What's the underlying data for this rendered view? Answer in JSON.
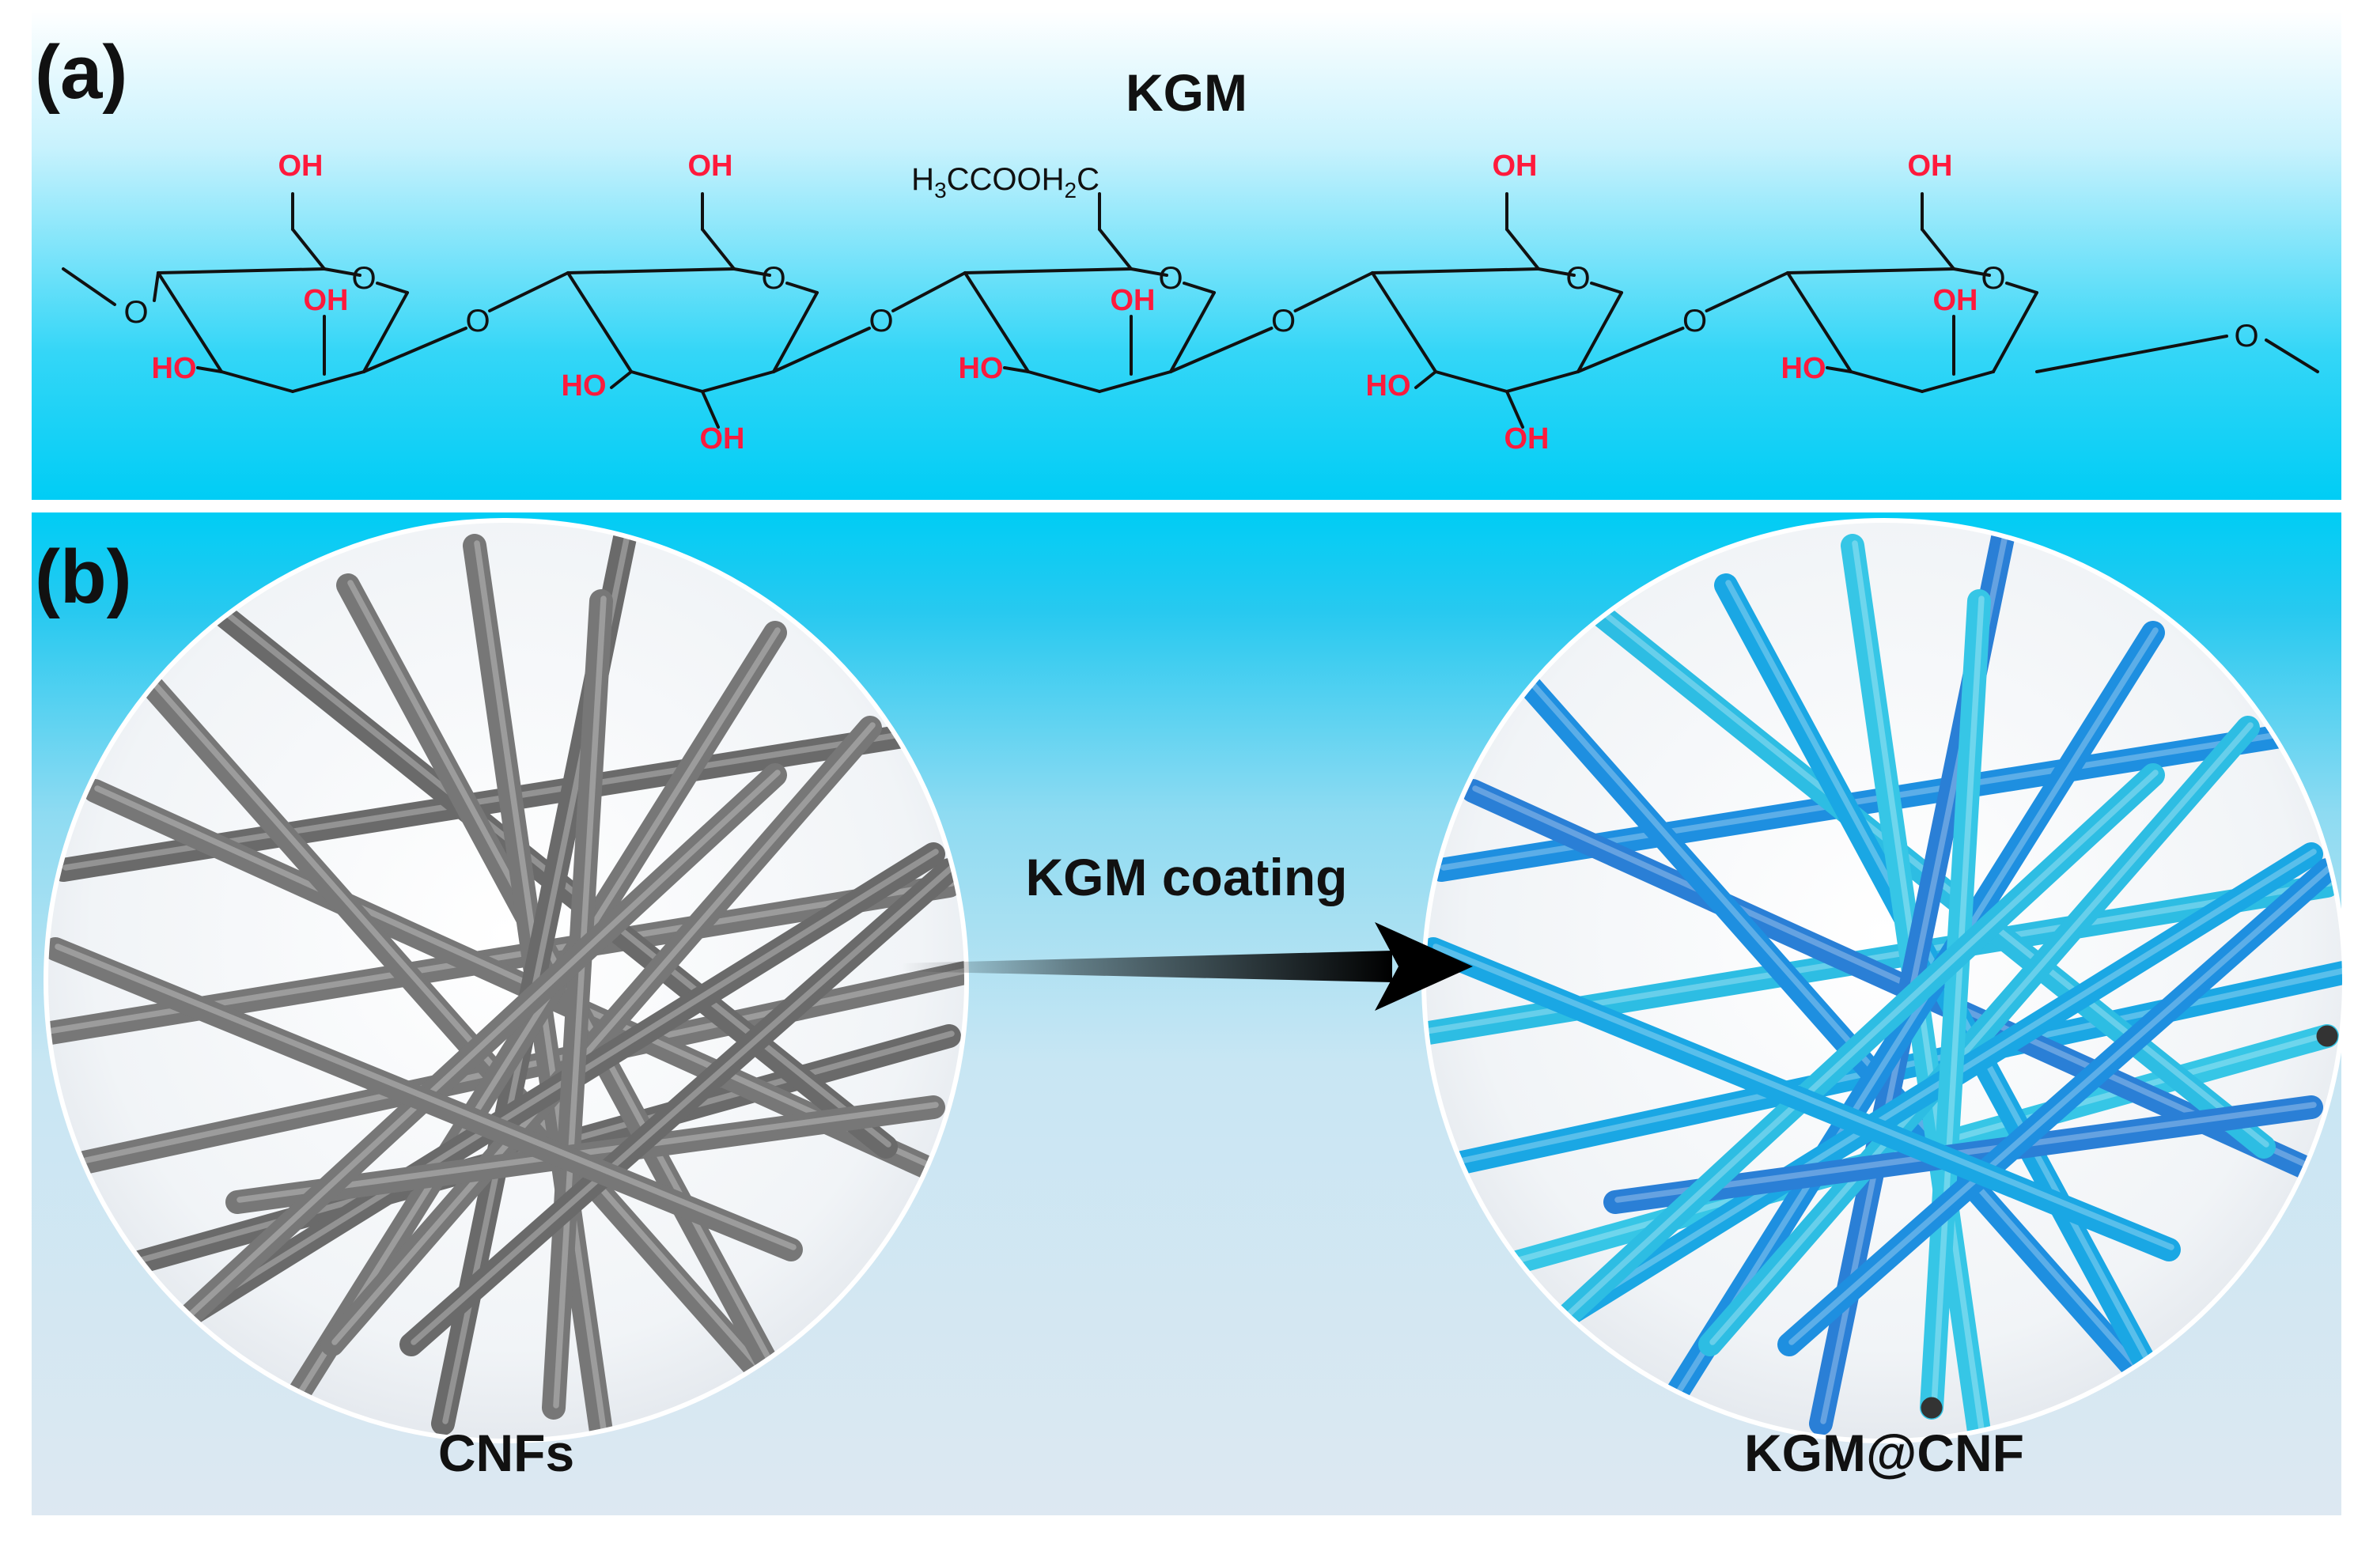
{
  "panel_a": {
    "letter": "(a)",
    "title": "KGM",
    "hydroxyl_label": "OH",
    "hydroxyl_label_left": "HO",
    "ring_oxygen": "O",
    "acetyl_group": {
      "p1": "H",
      "s1": "3",
      "p2": "CCOOH",
      "s2": "2",
      "p3": "C"
    }
  },
  "panel_b": {
    "letter": "(b)",
    "left_label": "CNFs",
    "arrow_label": "KGM coating",
    "right_label": "KGM@CNF"
  },
  "colors": {
    "sky_cyan": "#00d0f6",
    "hydroxyl_red": "#ff1a3c",
    "fiber_gray": "#6f6f6f",
    "fiber_blue": "#1e8fe0",
    "fiber_cyan": "#2dbde3"
  }
}
